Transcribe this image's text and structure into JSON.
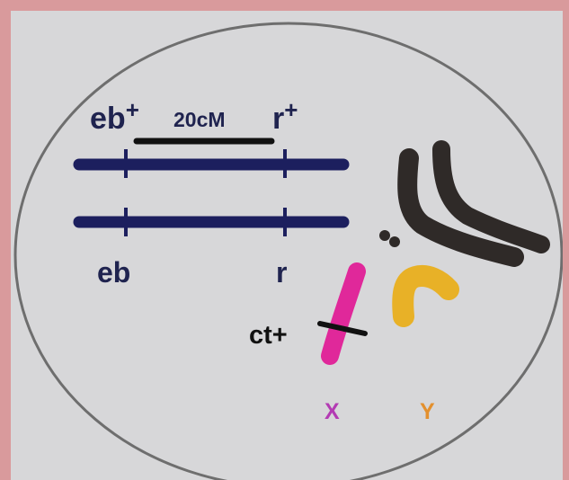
{
  "labels": {
    "eb_plus": "eb",
    "r_plus": "r",
    "plus_superscript": "+",
    "distance": "20cM",
    "eb": "eb",
    "r": "r",
    "ct_plus": "ct+",
    "x": "X",
    "y": "Y"
  },
  "colors": {
    "background_border": "#d99a9c",
    "frame": "#d7d7d9",
    "cell_outline": "#6e6e6e",
    "chromosome_line": "#1c1f5e",
    "autosome": "#2f2a28",
    "x_chromosome": "#e0289a",
    "y_chromosome": "#e8b127",
    "x_label": "#b33bb3",
    "y_label": "#e3902e",
    "text_dark": "#1f234f",
    "text_black": "#111111"
  }
}
